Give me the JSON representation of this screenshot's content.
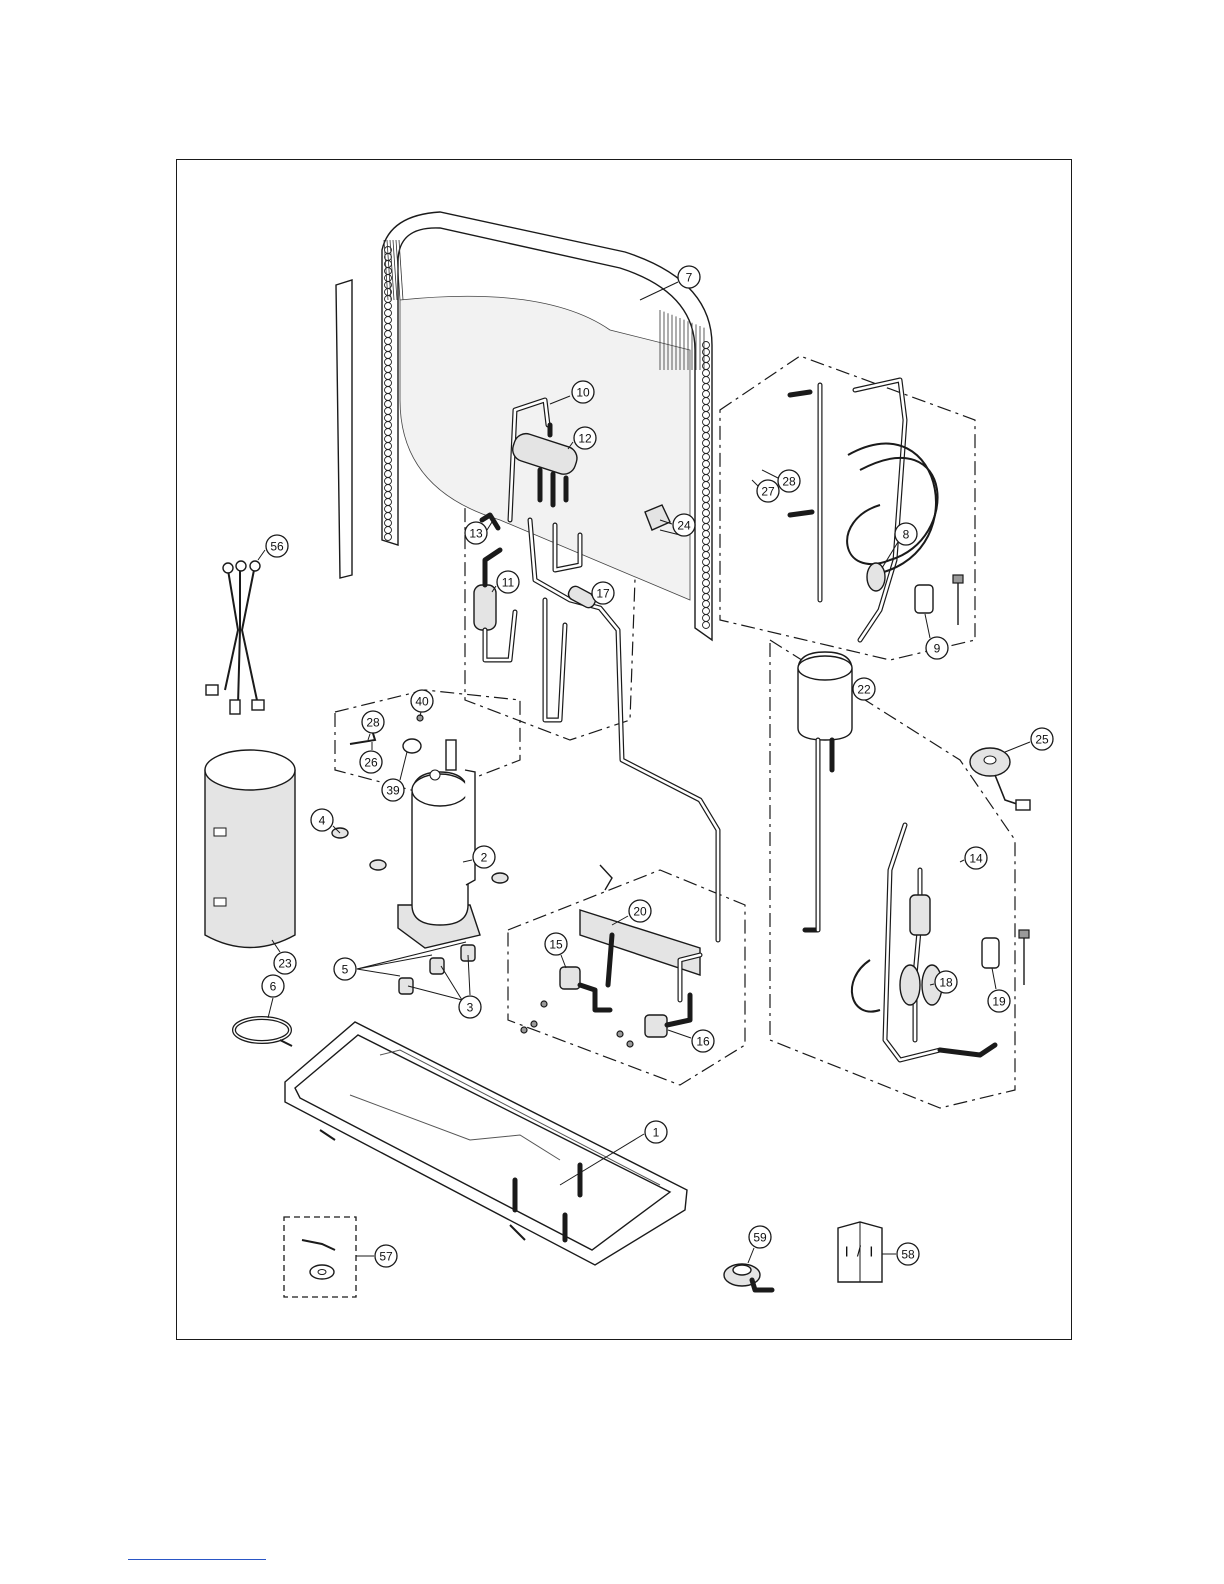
{
  "manual_cover_text": "I / I",
  "callouts": [
    {
      "label": "1",
      "name": "base-pan"
    },
    {
      "label": "2",
      "name": "compressor"
    },
    {
      "label": "3",
      "name": "compressor-bushing"
    },
    {
      "label": "4",
      "name": "compressor-nut"
    },
    {
      "label": "5",
      "name": "compressor-grommet"
    },
    {
      "label": "6",
      "name": "band-clamp"
    },
    {
      "label": "7",
      "name": "condenser-coil"
    },
    {
      "label": "8",
      "name": "capillary-tube-assembly"
    },
    {
      "label": "9",
      "name": "pipe-clamp"
    },
    {
      "label": "10",
      "name": "discharge-pipe"
    },
    {
      "label": "11",
      "name": "muffler"
    },
    {
      "label": "12",
      "name": "four-way-valve"
    },
    {
      "label": "13",
      "name": "pipe-sensor"
    },
    {
      "label": "14",
      "name": "strainer-assembly"
    },
    {
      "label": "15",
      "name": "service-valve-small"
    },
    {
      "label": "16",
      "name": "service-valve-large"
    },
    {
      "label": "17",
      "name": "strainer"
    },
    {
      "label": "18",
      "name": "expansion-valve"
    },
    {
      "label": "19",
      "name": "pipe-clamp-lower"
    },
    {
      "label": "20",
      "name": "valve-bracket"
    },
    {
      "label": "22",
      "name": "accumulator"
    },
    {
      "label": "23",
      "name": "sound-jacket"
    },
    {
      "label": "24",
      "name": "valve-coil"
    },
    {
      "label": "25",
      "name": "expansion-valve-coil"
    },
    {
      "label": "26",
      "name": "sensor-holder"
    },
    {
      "label": "27",
      "name": "sensor-clip"
    },
    {
      "label": "28",
      "name": "sensor-spring"
    },
    {
      "label": "28",
      "name": "sensor-spring-lower"
    },
    {
      "label": "39",
      "name": "terminal-cover"
    },
    {
      "label": "40",
      "name": "cover-nut"
    },
    {
      "label": "56",
      "name": "wire-harness"
    },
    {
      "label": "57",
      "name": "accessory-kit"
    },
    {
      "label": "58",
      "name": "instruction-manual"
    },
    {
      "label": "59",
      "name": "drain-cap"
    }
  ]
}
